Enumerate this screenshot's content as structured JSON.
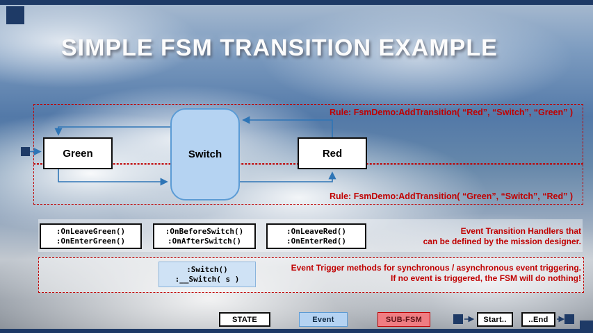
{
  "page": {
    "title": "SIMPLE FSM TRANSITION EXAMPLE"
  },
  "colors": {
    "navy": "#1e3a66",
    "arrow_blue": "#2e75b6",
    "event_fill": "#b5d3f2",
    "event_border": "#5b9bd5",
    "rule_red": "#c00000",
    "subfsm_fill": "#ef7d82"
  },
  "diagram": {
    "rule_top": "Rule: FsmDemo:AddTransition( “Red”, “Switch”, “Green” )",
    "rule_bottom": "Rule: FsmDemo:AddTransition( “Green”, “Switch”, “Red” )",
    "states": {
      "green": "Green",
      "switch": "Switch",
      "red": "Red"
    }
  },
  "handlers": {
    "green": [
      ":OnLeaveGreen()",
      ":OnEnterGreen()"
    ],
    "switch": [
      ":OnBeforeSwitch()",
      ":OnAfterSwitch()"
    ],
    "red": [
      ":OnLeaveRed()",
      ":OnEnterRed()"
    ],
    "note_line1": "Event Transition Handlers that",
    "note_line2": "can be defined by the mission designer."
  },
  "triggers": {
    "lines": [
      ":Switch()",
      ":__Switch( s )"
    ],
    "note_line1": "Event Trigger methods for synchronous / asynchronous event triggering.",
    "note_line2": "If no event is triggered, the FSM will do nothing!"
  },
  "legend": {
    "state": "STATE",
    "event": "Event",
    "subfsm": "SUB-FSM",
    "start": "Start..",
    "end": "..End"
  }
}
